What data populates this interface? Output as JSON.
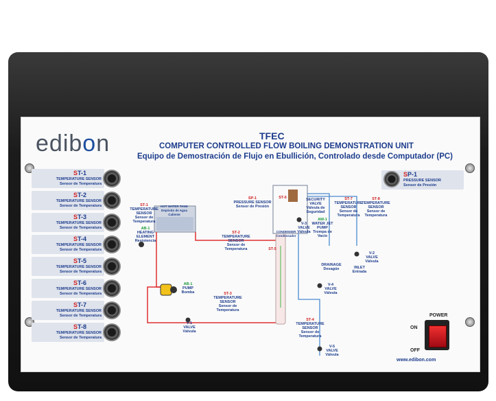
{
  "brand": {
    "logo_text_a": "edib",
    "logo_text_b": "o",
    "logo_text_c": "n",
    "website": "www.edibon.com"
  },
  "header": {
    "code": "TFEC",
    "title_en": "COMPUTER CONTROLLED FLOW BOILING DEMONSTRATION UNIT",
    "title_es": "Equipo de Demostración de Flujo en Ebullición, Controlado desde Computador (PC)"
  },
  "left_sensors": [
    {
      "tag_prefix": "S",
      "tag_rest": "T-1",
      "en": "TEMPERATURE SENSOR",
      "es": "Sensor de Temperatura"
    },
    {
      "tag_prefix": "S",
      "tag_rest": "T-2",
      "en": "TEMPERATURE SENSOR",
      "es": "Sensor de Temperatura"
    },
    {
      "tag_prefix": "S",
      "tag_rest": "T-3",
      "en": "TEMPERATURE SENSOR",
      "es": "Sensor de Temperatura"
    },
    {
      "tag_prefix": "S",
      "tag_rest": "T-4",
      "en": "TEMPERATURE SENSOR",
      "es": "Sensor de Temperatura"
    },
    {
      "tag_prefix": "S",
      "tag_rest": "T-5",
      "en": "TEMPERATURE SENSOR",
      "es": "Sensor de Temperatura"
    },
    {
      "tag_prefix": "S",
      "tag_rest": "T-6",
      "en": "TEMPERATURE SENSOR",
      "es": "Sensor de Temperatura"
    },
    {
      "tag_prefix": "S",
      "tag_rest": "T-7",
      "en": "TEMPERATURE SENSOR",
      "es": "Sensor de Temperatura"
    },
    {
      "tag_prefix": "S",
      "tag_rest": "T-8",
      "en": "TEMPERATURE SENSOR",
      "es": "Sensor de Temperatura"
    }
  ],
  "right_sensor": {
    "tag_prefix": "S",
    "tag_rest": "P-1",
    "en": "PRESSURE SENSOR",
    "es": "Sensor de Presión"
  },
  "diagram": {
    "st1": {
      "tag": "ST-1",
      "en": "TEMPERATURE SENSOR",
      "es": "Sensor de Temperatura"
    },
    "tank": {
      "en": "HOT WATER TANK",
      "es": "Depósito de Agua Caliente"
    },
    "ab1": {
      "tag": "AB-1",
      "en": "HEATING ELEMENT",
      "es": "Resistencia"
    },
    "st2": {
      "tag": "ST-2",
      "en": "TEMPERATURE SENSOR",
      "es": "Sensor de Temperatura"
    },
    "sp1": {
      "tag": "SP-1",
      "en": "PRESSURE SENSOR",
      "es": "Sensor de Presión"
    },
    "st6": {
      "tag": "ST-6"
    },
    "security": {
      "en": "SECURITY VALVE",
      "es": "Válvula de Seguridad"
    },
    "st7": {
      "tag": "ST-7",
      "en": "TEMPERATURE SENSOR",
      "es": "Sensor de Temperatura"
    },
    "st8": {
      "tag": "ST-8",
      "en": "TEMPERATURE SENSOR",
      "es": "Sensor de Temperatura"
    },
    "v3": {
      "tag": "V-3",
      "en": "VALVE",
      "es": "Válvula"
    },
    "aw1": {
      "tag": "AW-1",
      "en": "WATER JET PUMP",
      "es": "Trompa de Vacío"
    },
    "condenser": {
      "en": "CONDENSER",
      "es": "Condensador"
    },
    "st5": {
      "tag": "ST-5"
    },
    "drainage": {
      "en": "DRAINAGE",
      "es": "Desagüe"
    },
    "v2": {
      "tag": "V-2",
      "en": "VALVE",
      "es": "Válvula"
    },
    "inlet": {
      "en": "INLET",
      "es": "Entrada"
    },
    "v4": {
      "tag": "V-4",
      "en": "VALVE",
      "es": "Válvula"
    },
    "ab1pump": {
      "tag": "AB-1",
      "en": "PUMP",
      "es": "Bomba"
    },
    "st3": {
      "tag": "ST-3",
      "en": "TEMPERATURE SENSOR",
      "es": "Sensor de Temperatura"
    },
    "v1": {
      "tag": "V-1",
      "en": "VALVE",
      "es": "Válvula"
    },
    "st4": {
      "tag": "ST-4",
      "en": "TEMPERATURE SENSOR",
      "es": "Sensor de Temperatura"
    },
    "v5": {
      "tag": "V-5",
      "en": "VALVE",
      "es": "Válvula"
    }
  },
  "power": {
    "title": "POWER",
    "on": "ON",
    "off": "OFF"
  },
  "colors": {
    "panel_blue": "#1c3c8c",
    "tag_red": "#d02020",
    "pipe_red": "#e03030",
    "pipe_blue": "#4a8ad0",
    "switch_red": "#c8141e"
  }
}
